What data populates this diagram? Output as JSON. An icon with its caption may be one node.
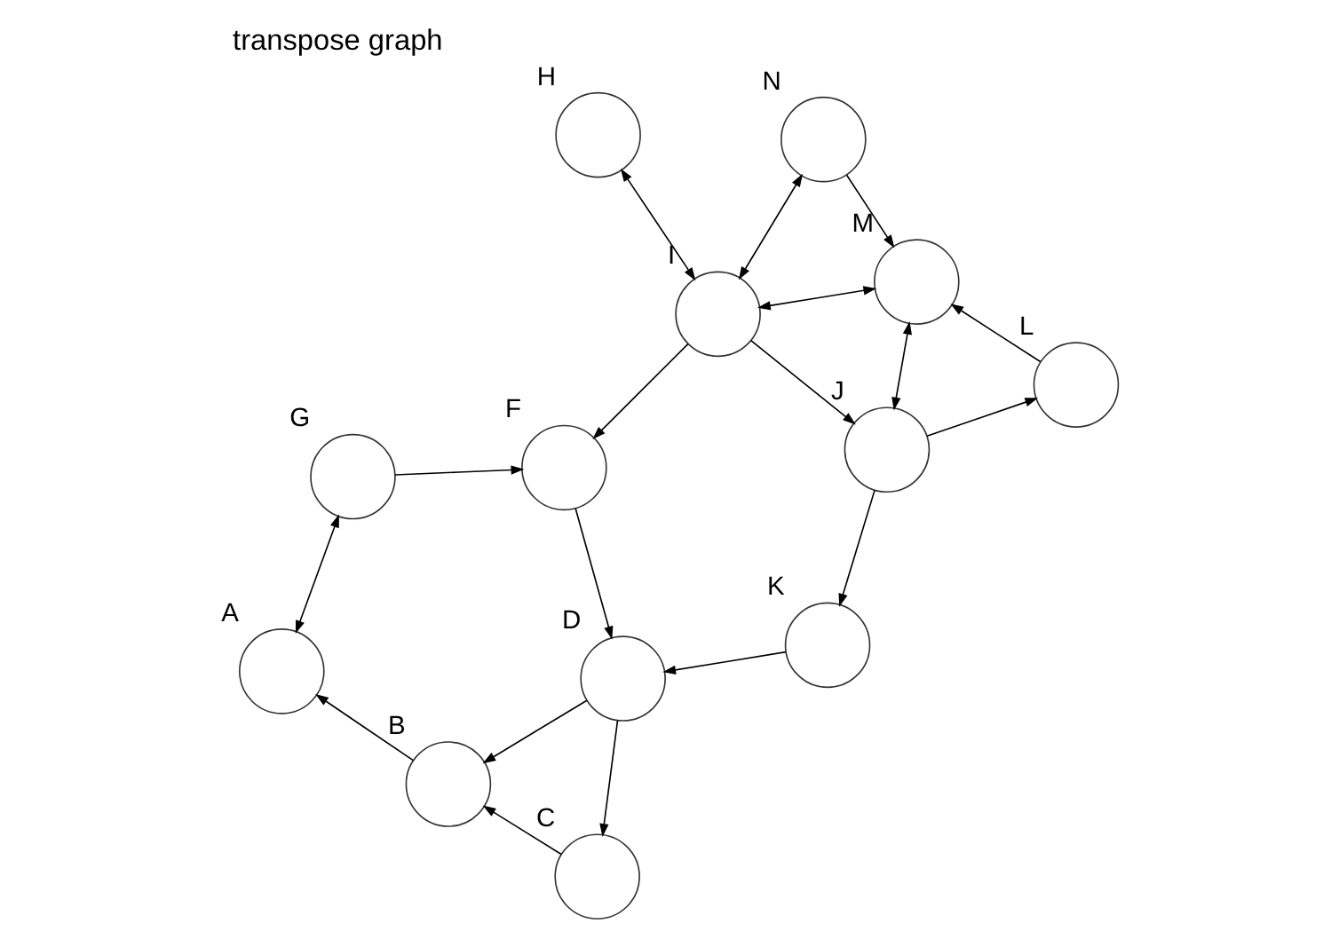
{
  "diagram": {
    "title": "transpose graph",
    "nodes": [
      {
        "text": [],
        "shape": "circle",
        "beside": [
          "A"
        ]
      },
      {
        "text": [],
        "shape": "circle",
        "beside": [
          "B"
        ]
      },
      {
        "text": [],
        "shape": "circle",
        "beside": [
          "C"
        ]
      },
      {
        "text": [],
        "shape": "circle",
        "beside": [
          "D"
        ]
      },
      {
        "text": [],
        "shape": "circle",
        "beside": [
          "F"
        ]
      },
      {
        "text": [],
        "shape": "circle",
        "beside": [
          "G"
        ]
      },
      {
        "text": [],
        "shape": "circle",
        "beside": [
          "H"
        ]
      },
      {
        "text": [],
        "shape": "circle",
        "beside": [
          "I"
        ]
      },
      {
        "text": [],
        "shape": "circle",
        "beside": [
          "J"
        ]
      },
      {
        "text": [],
        "shape": "circle",
        "beside": [
          "K"
        ]
      },
      {
        "text": [],
        "shape": "circle",
        "beside": [
          "L"
        ]
      },
      {
        "text": [],
        "shape": "circle",
        "beside": [
          "M"
        ]
      },
      {
        "text": [],
        "shape": "circle",
        "beside": [
          "N"
        ]
      }
    ],
    "edges": [
      {
        "from": 0,
        "to": 5,
        "arrow": "both"
      },
      {
        "from": 5,
        "to": 4,
        "arrow": "to"
      },
      {
        "from": 1,
        "to": 0,
        "arrow": "to"
      },
      {
        "from": 2,
        "to": 1,
        "arrow": "to"
      },
      {
        "from": 3,
        "to": 1,
        "arrow": "to"
      },
      {
        "from": 3,
        "to": 2,
        "arrow": "to"
      },
      {
        "from": 4,
        "to": 3,
        "arrow": "to"
      },
      {
        "from": 9,
        "to": 3,
        "arrow": "to"
      },
      {
        "from": 7,
        "to": 4,
        "arrow": "to"
      },
      {
        "from": 6,
        "to": 7,
        "arrow": "both"
      },
      {
        "from": 12,
        "to": 7,
        "arrow": "both"
      },
      {
        "from": 12,
        "to": 11,
        "arrow": "to"
      },
      {
        "from": 7,
        "to": 11,
        "arrow": "both"
      },
      {
        "from": 7,
        "to": 8,
        "arrow": "to"
      },
      {
        "from": 8,
        "to": 11,
        "arrow": "both"
      },
      {
        "from": 8,
        "to": 9,
        "arrow": "to"
      },
      {
        "from": 8,
        "to": 10,
        "arrow": "to"
      },
      {
        "from": 10,
        "to": 11,
        "arrow": "to"
      }
    ]
  }
}
